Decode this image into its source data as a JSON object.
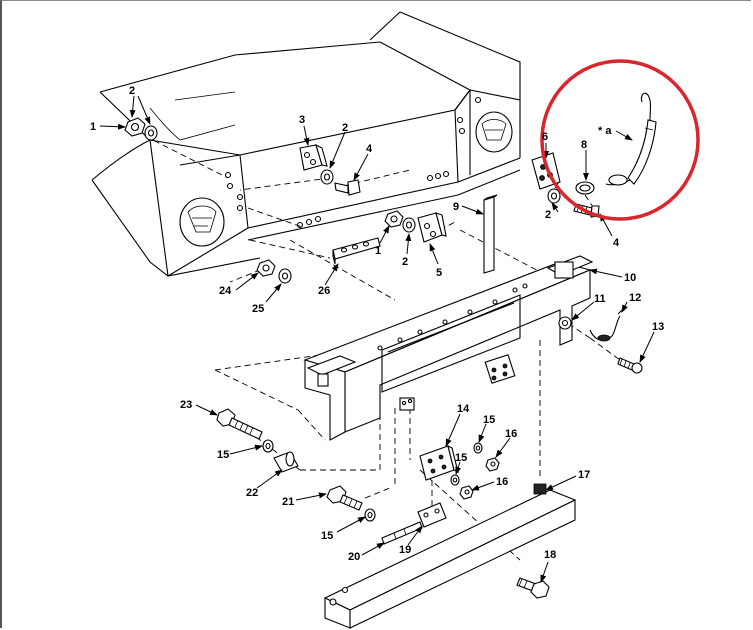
{
  "callouts": [
    {
      "id": "c1a",
      "text": "1"
    },
    {
      "id": "c2a",
      "text": "2"
    },
    {
      "id": "c3",
      "text": "3"
    },
    {
      "id": "c2b",
      "text": "2"
    },
    {
      "id": "c4a",
      "text": "4"
    },
    {
      "id": "c6",
      "text": "6"
    },
    {
      "id": "c8",
      "text": "8"
    },
    {
      "id": "ca",
      "text": "* a"
    },
    {
      "id": "c2c",
      "text": "2"
    },
    {
      "id": "c4b",
      "text": "4"
    },
    {
      "id": "c9",
      "text": "9"
    },
    {
      "id": "c1b",
      "text": "1"
    },
    {
      "id": "c2d",
      "text": "2"
    },
    {
      "id": "c5",
      "text": "5"
    },
    {
      "id": "c24",
      "text": "24"
    },
    {
      "id": "c25",
      "text": "25"
    },
    {
      "id": "c26",
      "text": "26"
    },
    {
      "id": "c10",
      "text": "10"
    },
    {
      "id": "c11",
      "text": "11"
    },
    {
      "id": "c12",
      "text": "12"
    },
    {
      "id": "c13",
      "text": "13"
    },
    {
      "id": "c23",
      "text": "23"
    },
    {
      "id": "c14",
      "text": "14"
    },
    {
      "id": "c15a",
      "text": "15"
    },
    {
      "id": "c16a",
      "text": "16"
    },
    {
      "id": "c15b",
      "text": "15"
    },
    {
      "id": "c15c",
      "text": "15"
    },
    {
      "id": "c16b",
      "text": "16"
    },
    {
      "id": "c22",
      "text": "22"
    },
    {
      "id": "c21",
      "text": "21"
    },
    {
      "id": "c17",
      "text": "17"
    },
    {
      "id": "c15d",
      "text": "15"
    },
    {
      "id": "c20",
      "text": "20"
    },
    {
      "id": "c19",
      "text": "19"
    },
    {
      "id": "c18",
      "text": "18"
    }
  ],
  "highlight": {
    "color": "#d9262c"
  },
  "colors": {
    "line": "#000000",
    "background": "#ffffff"
  }
}
